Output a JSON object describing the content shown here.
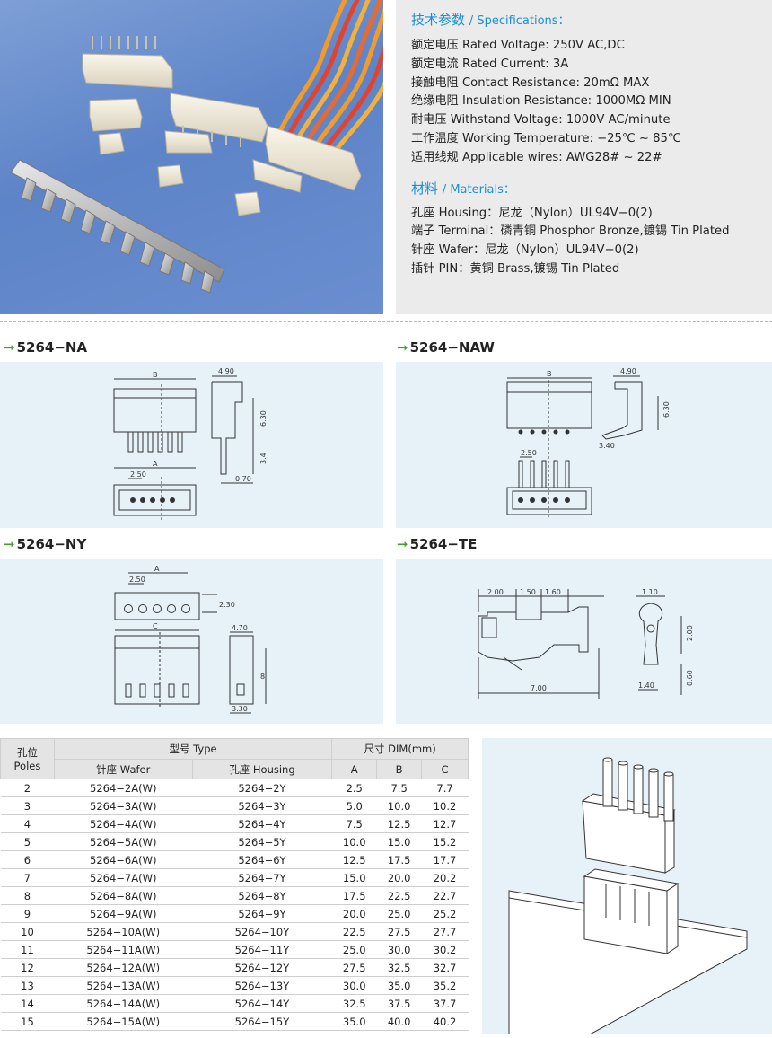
{
  "specs": {
    "heading_cn": "技术参数",
    "heading_en": "Specifications",
    "lines": [
      "额定电压 Rated Voltage: 250V AC,DC",
      "额定电流 Rated Current: 3A",
      "接触电阻 Contact Resistance: 20mΩ MAX",
      "绝缘电阻 Insulation Resistance: 1000MΩ MIN",
      "耐电压 Withstand Voltage: 1000V AC/minute",
      "工作温度 Working Temperature: −25℃ ~ 85℃",
      "适用线规 Applicable wires: AWG28# ~ 22#"
    ]
  },
  "materials": {
    "heading_cn": "材料",
    "heading_en": "Materials",
    "lines": [
      "孔座 Housing：尼龙（Nylon）UL94V−0(2)",
      "端子 Terminal：磷青铜 Phosphor Bronze,镀锡 Tin Plated",
      "针座 Wafer：尼龙（Nylon）UL94V−0(2)",
      "插针 PIN：黄铜 Brass,镀锡 Tin Plated"
    ]
  },
  "drawings": {
    "na": {
      "title": "5264−NA",
      "labels": {
        "b": "B",
        "a": "A",
        "d1": "4.90",
        "d2": "6.30",
        "d3": "3.4",
        "d4": "2.50",
        "d5": "0.70"
      }
    },
    "naw": {
      "title": "5264−NAW",
      "labels": {
        "b": "B",
        "d1": "4.90",
        "d2": "6.30",
        "d3": "3.40",
        "d4": "2.50"
      }
    },
    "ny": {
      "title": "5264−NY",
      "labels": {
        "a": "A",
        "c": "C",
        "d1": "2.50",
        "d2": "2.30",
        "d3": "4.70",
        "d4": "8",
        "d5": "3.30"
      }
    },
    "te": {
      "title": "5264−TE",
      "labels": {
        "d1": "2.00",
        "d2": "1.50",
        "d3": "1.60",
        "d4": "7.00",
        "d5": "1.10",
        "d6": "2.00",
        "d7": "1.40",
        "d8": "0.60"
      }
    }
  },
  "table": {
    "poles_cn": "孔位",
    "poles_en": "Poles",
    "type_header": "型号 Type",
    "dim_header": "尺寸 DIM(mm)",
    "wafer_header": "针座 Wafer",
    "housing_header": "孔座 Housing",
    "a_header": "A",
    "b_header": "B",
    "c_header": "C",
    "rows": [
      {
        "poles": "2",
        "wafer": "5264−2A(W)",
        "housing": "5264−2Y",
        "a": "2.5",
        "b": "7.5",
        "c": "7.7"
      },
      {
        "poles": "3",
        "wafer": "5264−3A(W)",
        "housing": "5264−3Y",
        "a": "5.0",
        "b": "10.0",
        "c": "10.2"
      },
      {
        "poles": "4",
        "wafer": "5264−4A(W)",
        "housing": "5264−4Y",
        "a": "7.5",
        "b": "12.5",
        "c": "12.7"
      },
      {
        "poles": "5",
        "wafer": "5264−5A(W)",
        "housing": "5264−5Y",
        "a": "10.0",
        "b": "15.0",
        "c": "15.2"
      },
      {
        "poles": "6",
        "wafer": "5264−6A(W)",
        "housing": "5264−6Y",
        "a": "12.5",
        "b": "17.5",
        "c": "17.7"
      },
      {
        "poles": "7",
        "wafer": "5264−7A(W)",
        "housing": "5264−7Y",
        "a": "15.0",
        "b": "20.0",
        "c": "20.2"
      },
      {
        "poles": "8",
        "wafer": "5264−8A(W)",
        "housing": "5264−8Y",
        "a": "17.5",
        "b": "22.5",
        "c": "22.7"
      },
      {
        "poles": "9",
        "wafer": "5264−9A(W)",
        "housing": "5264−9Y",
        "a": "20.0",
        "b": "25.0",
        "c": "25.2"
      },
      {
        "poles": "10",
        "wafer": "5264−10A(W)",
        "housing": "5264−10Y",
        "a": "22.5",
        "b": "27.5",
        "c": "27.7"
      },
      {
        "poles": "11",
        "wafer": "5264−11A(W)",
        "housing": "5264−11Y",
        "a": "25.0",
        "b": "30.0",
        "c": "30.2"
      },
      {
        "poles": "12",
        "wafer": "5264−12A(W)",
        "housing": "5264−12Y",
        "a": "27.5",
        "b": "32.5",
        "c": "32.7"
      },
      {
        "poles": "13",
        "wafer": "5264−13A(W)",
        "housing": "5264−13Y",
        "a": "30.0",
        "b": "35.0",
        "c": "35.2"
      },
      {
        "poles": "14",
        "wafer": "5264−14A(W)",
        "housing": "5264−14Y",
        "a": "32.5",
        "b": "37.5",
        "c": "37.7"
      },
      {
        "poles": "15",
        "wafer": "5264−15A(W)",
        "housing": "5264−15Y",
        "a": "35.0",
        "b": "40.0",
        "c": "40.2"
      }
    ]
  }
}
